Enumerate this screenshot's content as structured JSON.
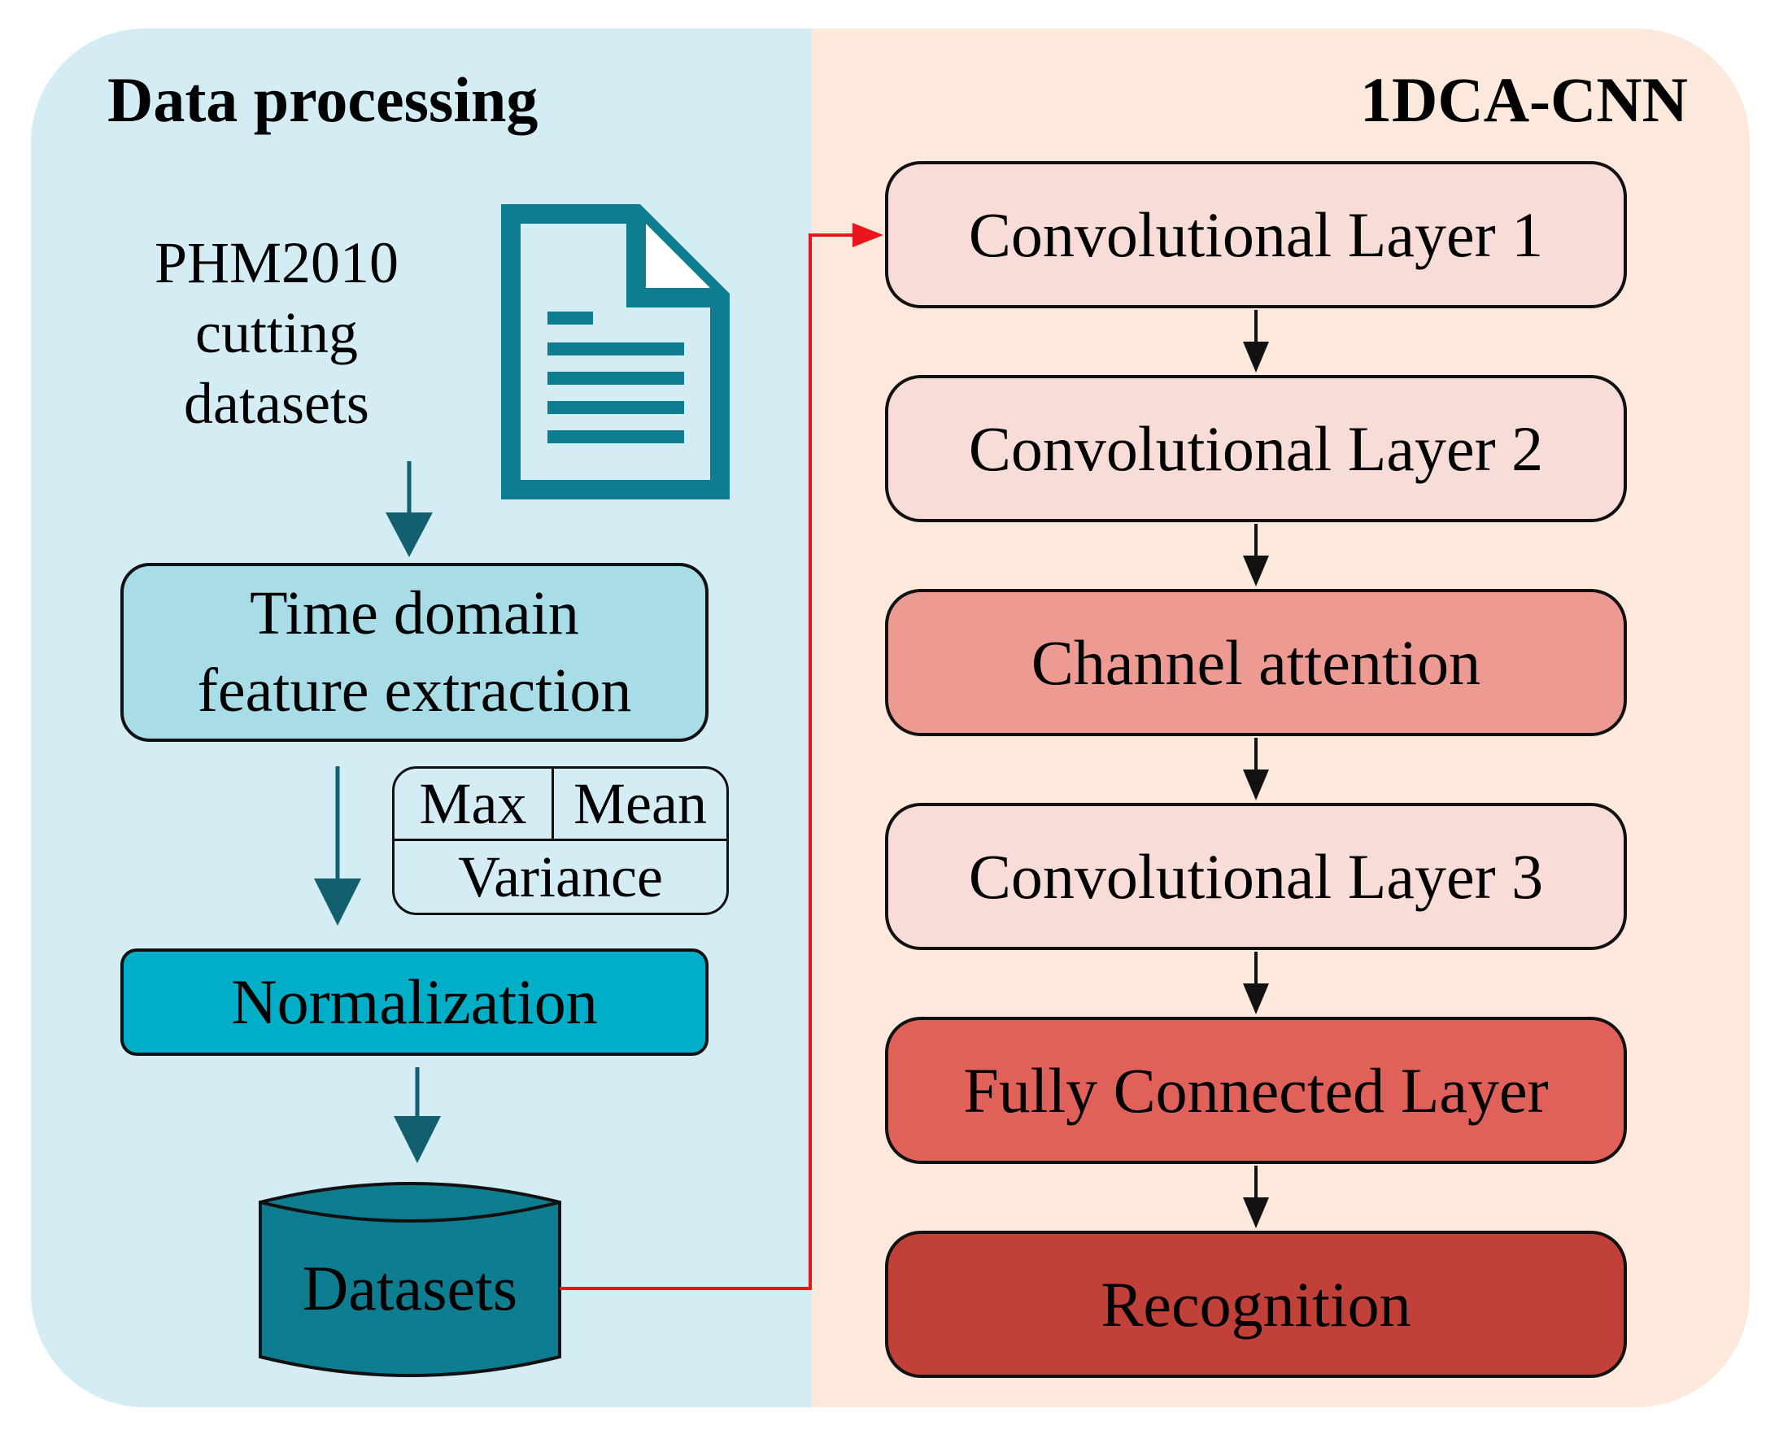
{
  "left_panel": {
    "title": "Data processing",
    "source_text": [
      "PHM2010",
      "cutting",
      "datasets"
    ],
    "feature_extraction": [
      "Time domain",
      "feature extraction"
    ],
    "features": {
      "max": "Max",
      "mean": "Mean",
      "variance": "Variance"
    },
    "normalization": "Normalization",
    "datasets": "Datasets"
  },
  "right_panel": {
    "title": "1DCA-CNN",
    "layers": [
      "Convolutional Layer 1",
      "Convolutional Layer 2",
      "Channel attention",
      "Convolutional Layer 3",
      "Fully Connected Layer",
      "Recognition"
    ]
  },
  "colors": {
    "left_bg": "#d4edf4",
    "right_bg": "#fde9dc",
    "teal_dark": "#0f7d90",
    "arrow_teal": "#12606f",
    "feature_box": "#a8dde8",
    "normalization_box": "#00aec7",
    "connector_red": "#e8161c",
    "layer_light": "#f8dcd8",
    "layer_medium": "#ed9a92",
    "layer_strong": "#e0605a",
    "layer_dark": "#c1413a"
  }
}
